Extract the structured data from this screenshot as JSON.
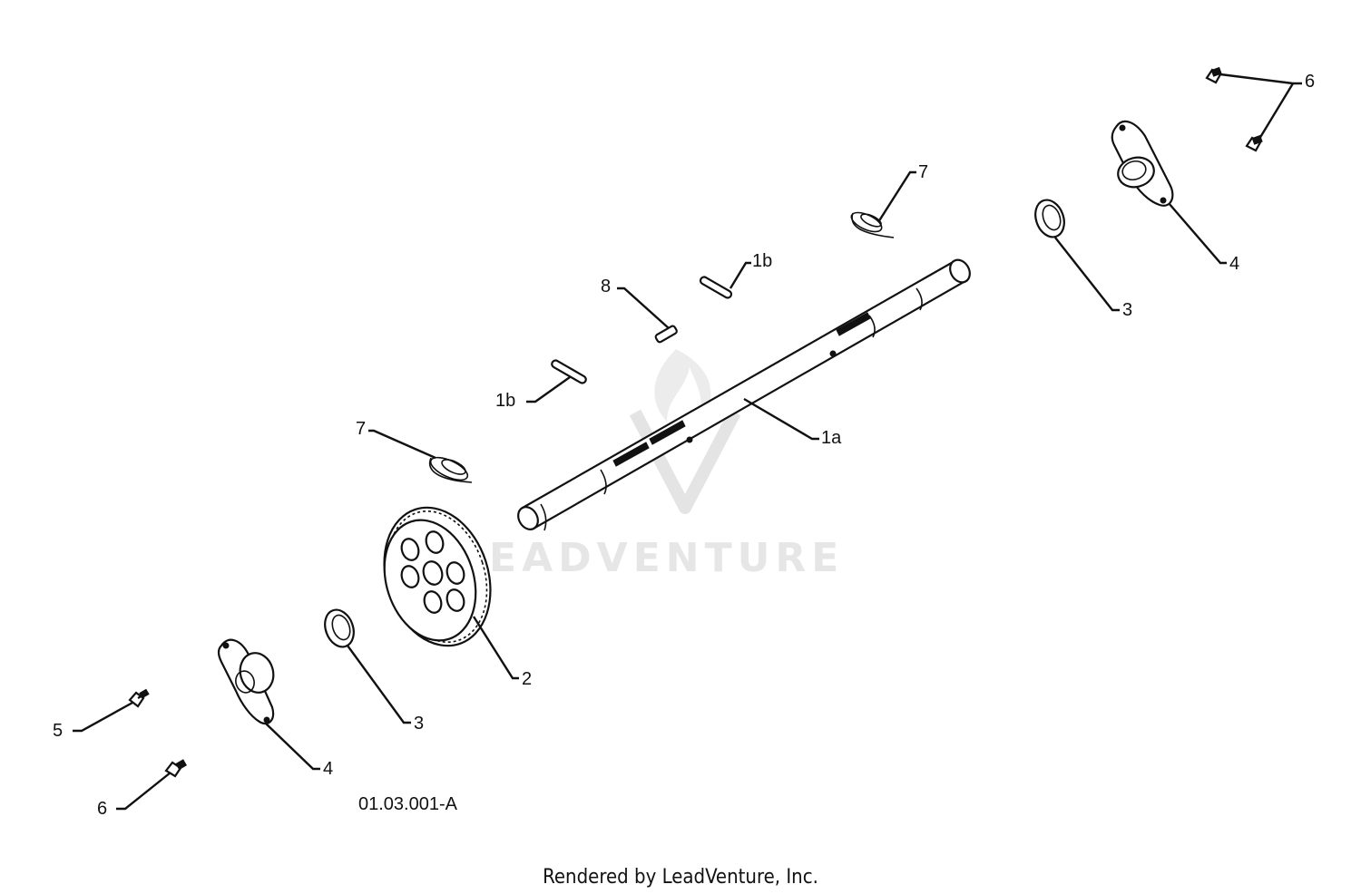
{
  "diagram": {
    "drawing_code": "01.03.001-A",
    "footer": "Rendered by LeadVenture, Inc.",
    "watermark": "LEADVENTURE",
    "callouts": {
      "c6_top": "6",
      "c7_top": "7",
      "c1b_top": "1b",
      "c8": "8",
      "c4_right": "4",
      "c3_right": "3",
      "c1b_left": "1b",
      "c7_left": "7",
      "c1a": "1a",
      "c2": "2",
      "c5": "5",
      "c3_left": "3",
      "c4_left": "4",
      "c6_bottom": "6"
    }
  }
}
